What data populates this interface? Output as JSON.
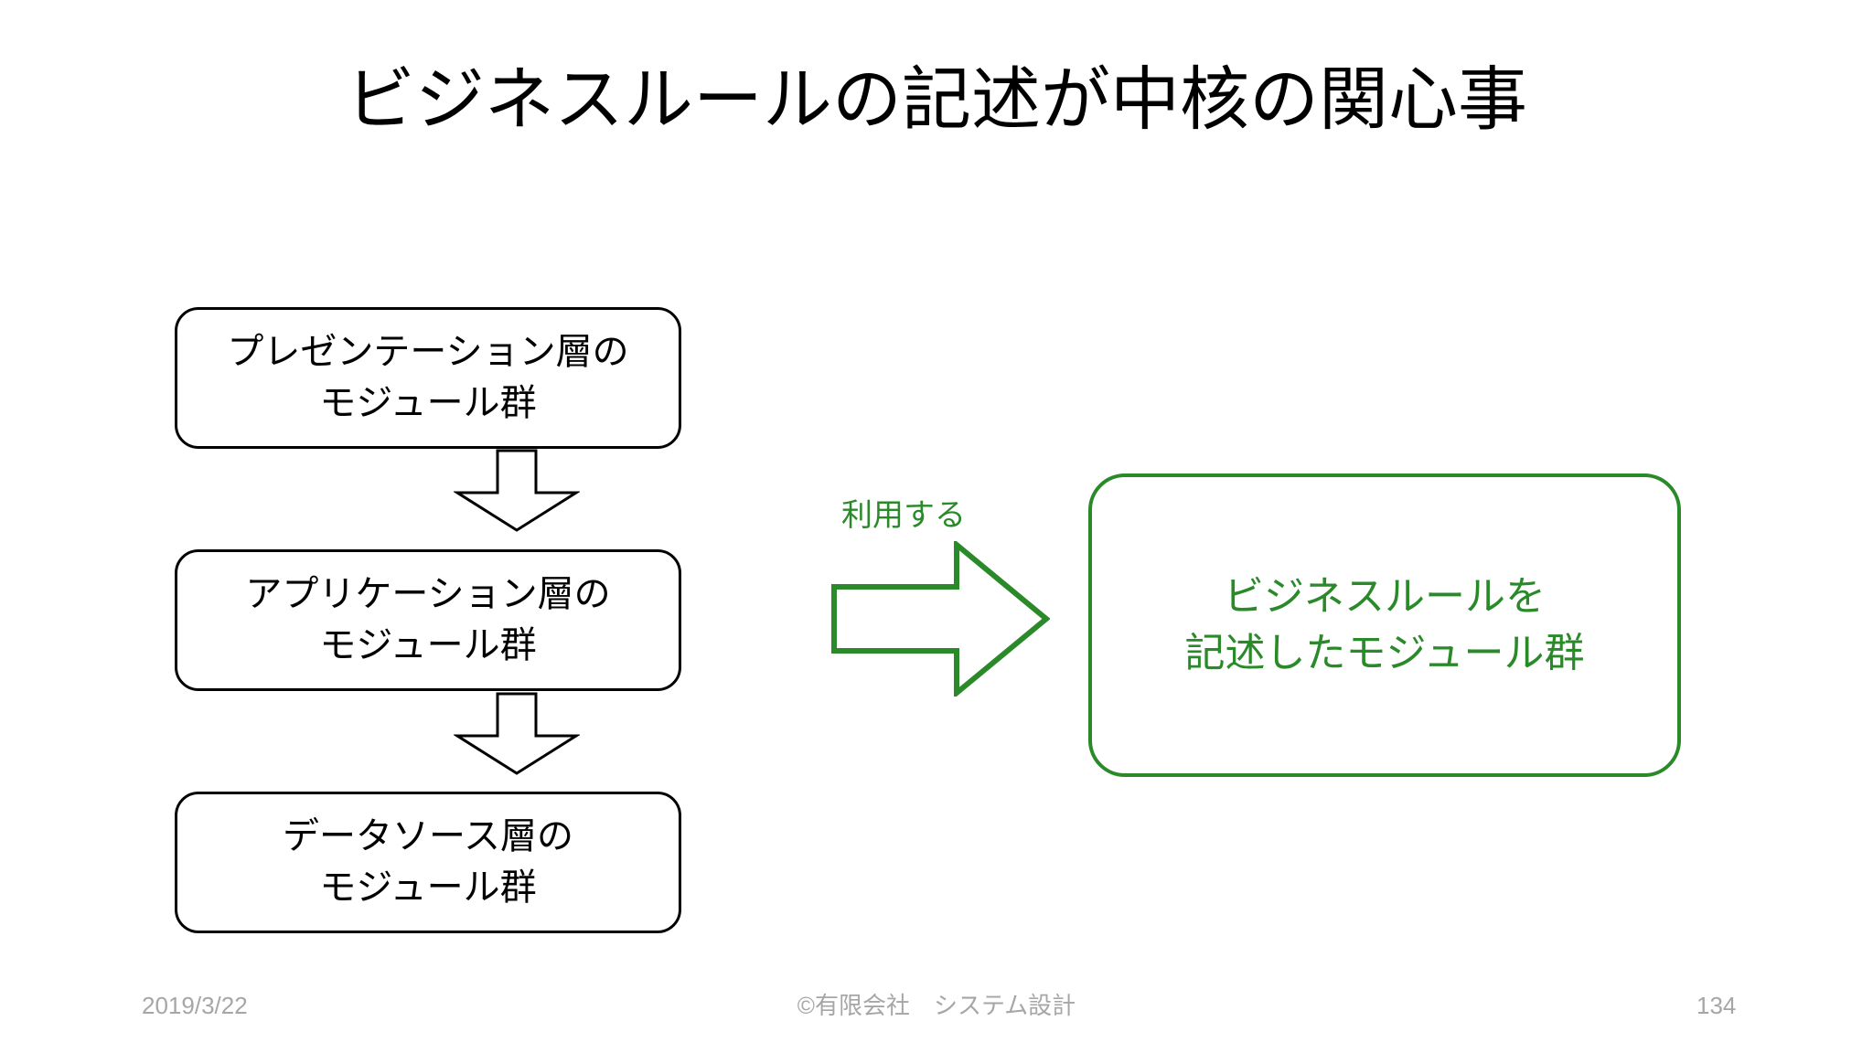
{
  "slide": {
    "title": "ビジネスルールの記述が中核の関心事",
    "background_color": "#ffffff"
  },
  "colors": {
    "text": "#000000",
    "accent_green": "#2a8a2a",
    "footer_gray": "#a6a6a6"
  },
  "diagram": {
    "layer_boxes": [
      {
        "id": "presentation",
        "line1": "プレゼンテーション層の",
        "line2": "モジュール群",
        "border_color": "#000000"
      },
      {
        "id": "application",
        "line1": "アプリケーション層の",
        "line2": "モジュール群",
        "border_color": "#000000"
      },
      {
        "id": "datasource",
        "line1": "データソース層の",
        "line2": "モジュール群",
        "border_color": "#000000"
      }
    ],
    "flow_arrows": [
      {
        "id": "presentation-to-application",
        "direction": "down",
        "color": "#000000"
      },
      {
        "id": "application-to-datasource",
        "direction": "down",
        "color": "#000000"
      }
    ],
    "use_arrow": {
      "label": "利用する",
      "direction": "right",
      "color": "#2a8a2a"
    },
    "business_rules_box": {
      "line1": "ビジネスルールを",
      "line2": "記述したモジュール群",
      "border_color": "#2a8a2a",
      "text_color": "#2a8a2a"
    }
  },
  "footer": {
    "date": "2019/3/22",
    "copyright": "©有限会社　システム設計",
    "page_number": "134"
  }
}
